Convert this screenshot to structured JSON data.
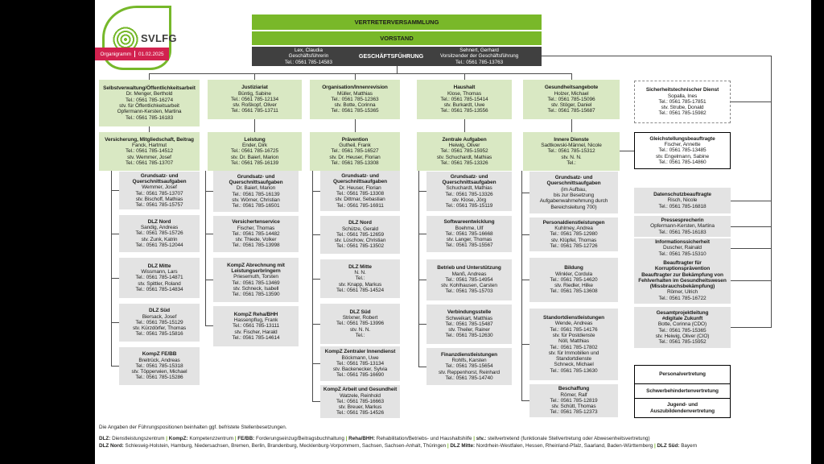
{
  "brand": {
    "name": "SVLFG",
    "banner_label": "Organigramm",
    "banner_divider": "|",
    "banner_date": "01.02.2025"
  },
  "top": {
    "assembly": "VERTRETERVERSAMMLUNG",
    "board": "VORSTAND",
    "management": {
      "title": "GESCHÄFTSFÜHRUNG",
      "left": "Lex, Claudia\nGeschäftsführerin\nTel.: 0561 785-14583",
      "right": "Sehnert, Gerhard\nVorsitzender der Geschäftsführung\nTel.: 0561 785-13763"
    }
  },
  "row1": [
    {
      "title": "Selbstverwaltung/Öffentlichkeitsarbeit",
      "lines": [
        "Dr. Menger, Berthold",
        "Tel.: 0561 785-16274",
        "stv. für Öffentlichkeitsarbeit",
        "Opfermann-Kersten, Martina",
        "Tel.: 0561 785-16183"
      ]
    },
    {
      "title": "Justiziariat",
      "lines": [
        "Büntig, Sabine",
        "Tel.: 0561 785-12134",
        "stv. Roßkopf, Oliver",
        "Tel.: 0561 785-13711"
      ]
    },
    {
      "title": "Organisation/Innenrevision",
      "lines": [
        "Müller, Matthias",
        "Tel.: 0561 785-12363",
        "stv. Botte, Corinna",
        "Tel.: 0561 785-15365"
      ]
    },
    {
      "title": "Haushalt",
      "lines": [
        "Klose, Thomas",
        "Tel.: 0561 785-15414",
        "stv. Burkardt, Uwe",
        "Tel.: 0561 785-13556"
      ]
    },
    {
      "title": "Gesundheitsangebote",
      "lines": [
        "Holzer, Michael",
        "Tel.: 0561 785-15096",
        "stv. Stöger, Daniel",
        "Tel.: 0561 785-15687"
      ]
    }
  ],
  "safety": {
    "title": "Sicherheitstechnischer Dienst",
    "lines": [
      "Sopalla, Ines",
      "Tel.: 0561 785-17851",
      "stv. Strube, Donald",
      "Tel.: 0561 785-15982"
    ]
  },
  "row2": [
    {
      "title": "Versicherung, Mitgliedschaft, Beitrag",
      "lines": [
        "Fanck, Hartmut",
        "Tel.: 0561 785-14512",
        "stv. Wemmer, Josef",
        "Tel.: 0561 785-13707"
      ]
    },
    {
      "title": "Leistung",
      "lines": [
        "Ender, Dirk",
        "Tel.: 0561 785-16725",
        "stv. Dr. Baierl, Marion",
        "Tel.: 0561 785-16139"
      ]
    },
    {
      "title": "Prävention",
      "lines": [
        "Gutheil, Frank",
        "Tel.: 0561 785-16527",
        "stv. Dr. Heuser, Florian",
        "Tel.: 0561 785-13308"
      ]
    },
    {
      "title": "Zentrale Aufgaben",
      "lines": [
        "Heiwig, Oliver",
        "Tel.: 0561 785-15952",
        "stv. Schuchardt, Mathias",
        "Tel.: 0561 785-13326"
      ]
    },
    {
      "title": "Innere Dienste",
      "lines": [
        "Sadtkowski-Männel, Nicole",
        "Tel.: 0561 785-15312",
        "stv. N. N.",
        "Tel.:"
      ]
    }
  ],
  "equality": {
    "title": "Gleichstellungsbeauftragte",
    "lines": [
      "Fischer, Annette",
      "Tel.: 0561 785-13485",
      "stv. Engelmann, Sabine",
      "Tel.: 0561 785-14860"
    ]
  },
  "columns": [
    {
      "boxes": [
        {
          "title": "Grundsatz- und\nQuerschnittsaufgaben",
          "lines": [
            "Wemmer, Josef",
            "Tel.: 0561 785-13707",
            "stv. Bischoff, Mathias",
            "Tel.: 0561 785-15757"
          ]
        },
        {
          "title": "DLZ Nord",
          "lines": [
            "Sandig, Andreas",
            "Tel.: 0561 785-15726",
            "stv. Zunk, Katrin",
            "Tel.: 0561 785-12044"
          ]
        },
        {
          "title": "DLZ Mitte",
          "lines": [
            "Wissmann, Lars",
            "Tel.: 0561 785-14871",
            "stv. Spittler, Roland",
            "Tel.: 0561 785-14834"
          ]
        },
        {
          "title": "DLZ Süd",
          "lines": [
            "Biersack, Josef",
            "Tel.: 0561 785-15129",
            "stv. Kürzdörfer, Thomas",
            "Tel.: 0561 785-15816"
          ]
        },
        {
          "title": "KompZ FE/BB",
          "lines": [
            "Breitrück, Andreas",
            "Tel.: 0561 785-15318",
            "stv. Töpperwien, Michael",
            "Tel.: 0561 785-15286"
          ]
        }
      ]
    },
    {
      "boxes": [
        {
          "title": "Grundsatz- und\nQuerschnittsaufgaben",
          "lines": [
            "Dr. Baierl, Marion",
            "Tel.: 0561 785-16139",
            "stv. Wörner, Christian",
            "Tel.: 0561 785-16501"
          ]
        },
        {
          "title": "Versichertenservice",
          "lines": [
            "Fischer, Thomas",
            "Tel.: 0561 785-14482",
            "stv. Thiede, Volker",
            "Tel.: 0561 785-13998"
          ]
        },
        {
          "title": "KompZ Abrechnung mit\nLeistungserbringern",
          "lines": [
            "Priesemuth, Torsten",
            "Tel.: 0561 785-13469",
            "stv. Schneck, Isabell",
            "Tel.: 0561 785-13590"
          ]
        },
        {
          "title": "KompZ Reha/BHH",
          "lines": [
            "Hassenpflug, Frank",
            "Tel.: 0561 785-13111",
            "stv. Fischer, Harald",
            "Tel.: 0561 785-14614"
          ]
        }
      ]
    },
    {
      "boxes": [
        {
          "title": "Grundsatz- und\nQuerschnittsaufgaben",
          "lines": [
            "Dr. Heuser, Florian",
            "Tel.: 0561 785-13308",
            "stv. Dittmar, Sebastian",
            "Tel.: 0561 785-16911"
          ]
        },
        {
          "title": "DLZ Nord",
          "lines": [
            "Schütze, Gerald",
            "Tel.: 0561 785-12659",
            "stv. Lüschow, Christian",
            "Tel.: 0561 785-13502"
          ]
        },
        {
          "title": "DLZ Mitte",
          "lines": [
            "N. N.",
            "Tel.:",
            "stv. Knapp, Markus",
            "Tel.: 0561 785-14524"
          ]
        },
        {
          "title": "DLZ Süd",
          "lines": [
            "Strixner, Robert",
            "Tel.: 0561 785-13996",
            "stv. N. N.",
            "Tel.:"
          ]
        },
        {
          "title": "KompZ Zentraler Innendienst",
          "lines": [
            "Böckmann, Uwe",
            "Tel.: 0561 785-13134",
            "stv. Backenecker, Sylvia",
            "Tel.: 0561 785-16690"
          ]
        },
        {
          "title": "KompZ Arbeit und Gesundheit",
          "lines": [
            "Watzele, Reinhold",
            "Tel.: 0561 785-16663",
            "stv. Breuer, Markus",
            "Tel.: 0561 785-14526"
          ]
        }
      ]
    },
    {
      "boxes": [
        {
          "title": "Grundsatz- und\nQuerschnittsaufgaben",
          "lines": [
            "Schuchardt, Mathias",
            "Tel.: 0561 785-13326",
            "stv. Klose, Jörg",
            "Tel.: 0561 785-15119"
          ]
        },
        {
          "title": "Softwareentwicklung",
          "lines": [
            "Boehme, Ulf",
            "Tel.: 0561 785-16668",
            "stv. Langer, Thomas",
            "Tel.: 0561 785-15567"
          ]
        },
        {
          "title": "Betrieb und Unterstützung",
          "lines": [
            "Manß, Andreas",
            "Tel.: 0561 785-14954",
            "stv. Kohlhausen, Carsten",
            "Tel.: 0561 785-15703"
          ]
        },
        {
          "title": "Verbindungsstelle",
          "lines": [
            "Schweikart, Matthias",
            "Tel.: 0561 785-15487",
            "stv. Theiler, Rainer",
            "Tel.: 0561 785-12630"
          ]
        },
        {
          "title": "Finanzdienstleistungen",
          "lines": [
            "Rohlfs, Karsten",
            "Tel.: 0561 785-15654",
            "stv. Reppenhorst, Reinhard",
            "Tel.: 0561 785-14740"
          ]
        }
      ]
    },
    {
      "boxes": [
        {
          "title": "Grundsatz- und\nQuerschnittsaufgaben",
          "lines": [
            "(im Aufbau,",
            "bis zur Besetzung",
            "Aufgabenwahrnehmung durch",
            "Bereichsleitung 700)"
          ]
        },
        {
          "title": "Personaldienstleistungen",
          "lines": [
            "Kuhlmey, Andrea",
            "Tel.: 0561 785-12980",
            "stv. Klüpfel, Thomas",
            "Tel.: 0561 785-12726"
          ]
        },
        {
          "title": "Bildung",
          "lines": [
            "Winkler, Cordula",
            "Tel.: 0561 785-14620",
            "stv. Riedler, Hilke",
            "Tel.: 0561 785-13608"
          ]
        },
        {
          "title": "Standortdienstleistungen",
          "lines": [
            "Wende, Andreas",
            "Tel.: 0561 785-14176",
            "stv. für Postdienste",
            "Nöll, Matthias",
            "Tel.: 0561 785-17802",
            "stv. für Immobilien und",
            "Standortdienste",
            "Schneck, Michael",
            "Tel.: 0561 785-13630"
          ]
        },
        {
          "title": "Beschaffung",
          "lines": [
            "Römer, Ralf",
            "Tel.: 0561 785-12819",
            "stv. Schütt, Thomas",
            "Tel.: 0561 785-12373"
          ]
        }
      ]
    }
  ],
  "right_boxes": [
    {
      "title": "Datenschutzbeauftragte",
      "lines": [
        "Risch, Nicole",
        "Tel.: 0561 785-16818"
      ]
    },
    {
      "title": "Pressesprecherin",
      "lines": [
        "Opfermann-Kersten, Martina",
        "Tel.: 0561 785-16183"
      ]
    },
    {
      "title": "Informationssicherheit",
      "lines": [
        "Duscher, Rainald",
        "Tel.: 0561 785-15310"
      ]
    },
    {
      "title": "Beauftragter für\nKorruptionsprävention\nBeauftragter zur Bekämpfung von\nFehlverhalten im Gesundheitswesen\n(Missbrauchsbekämpfung)",
      "lines": [
        "Römer, Ulrich",
        "Tel.: 0561 785-16722"
      ]
    },
    {
      "title": "Gesamtprojektleitung\n#digitale Zukunft",
      "lines": [
        "Botte, Corinna (CDO)",
        "Tel.: 0561 785-15365",
        "stv. Heiwig, Oliver (CIO)",
        "Tel.: 0561 785-15952"
      ]
    }
  ],
  "staff_boxes": [
    {
      "title": "Personalvertretung"
    },
    {
      "title": "Schwerbehindertenvertretung"
    },
    {
      "title": "Jugend- und\nAuszubildendenvertretung"
    }
  ],
  "footnotes": {
    "note": "Die Angaben der Führungspositionen beinhalten ggf. befristete Stellenbesetzungen.",
    "line2": [
      [
        "b",
        "DLZ:"
      ],
      [
        "t",
        " Dienstleistungszentrum "
      ],
      [
        "sep",
        "|"
      ],
      [
        "b",
        " KompZ:"
      ],
      [
        "t",
        " Kompetenzzentrum "
      ],
      [
        "sep",
        "|"
      ],
      [
        "b",
        " FE/BB:"
      ],
      [
        "t",
        " Forderungseinzug/Beitragsbuchhaltung "
      ],
      [
        "sep",
        "|"
      ],
      [
        "b",
        " Reha/BHH:"
      ],
      [
        "t",
        " Rehabilitation/Betriebs- und Haushaltshilfe "
      ],
      [
        "sep",
        "|"
      ],
      [
        "b",
        " stv.:"
      ],
      [
        "t",
        " stellvertretend (funktionale Stellvertretung oder Abwesenheitsvertretung)"
      ]
    ],
    "line3": [
      [
        "b",
        "DLZ Nord:"
      ],
      [
        "t",
        " Schleswig-Holstein, Hamburg, Niedersachsen, Bremen, Berlin, Brandenburg, Mecklenburg-Vorpommern, Sachsen, Sachsen-Anhalt, Thüringen "
      ],
      [
        "sep",
        "|"
      ],
      [
        "b",
        " DLZ Mitte:"
      ],
      [
        "t",
        " Nordrhein-Westfalen, Hessen, Rheinland-Pfalz, Saarland, Baden-Württemberg "
      ],
      [
        "sep",
        "|"
      ],
      [
        "b",
        " DLZ Süd:"
      ],
      [
        "t",
        " Bayern"
      ]
    ],
    "colors": {
      "accent_green": "#79b829",
      "light_green": "#d9e8c3",
      "gray": "#e3e3e3",
      "dark": "#404040",
      "banner_red": "#d2224f"
    }
  }
}
